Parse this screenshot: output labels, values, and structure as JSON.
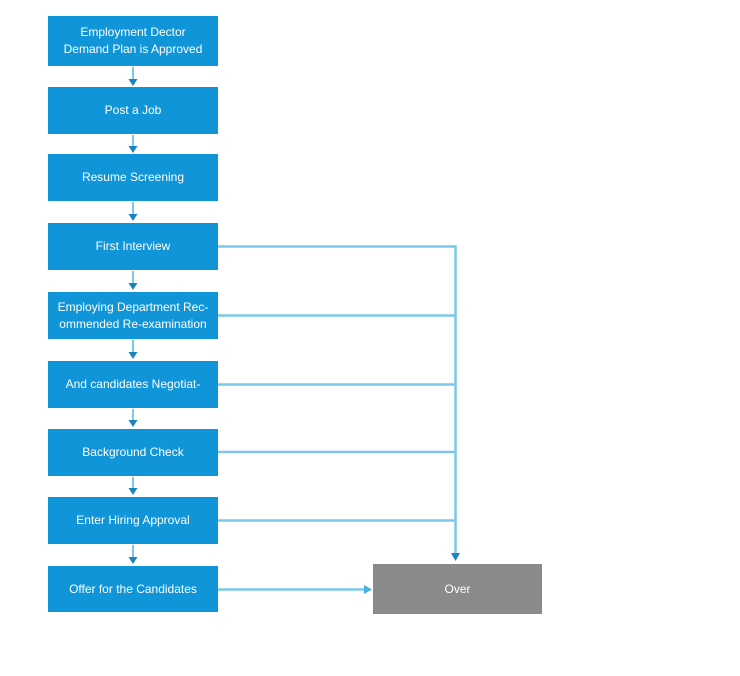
{
  "diagram": {
    "type": "flowchart",
    "colors": {
      "node_fill": "#0f95d8",
      "end_fill": "#8a8a8a",
      "connector": "#7cc7eb",
      "arrowhead_dark": "#1b84c0",
      "arrowhead_light": "#45b1e5",
      "node_text": "#ffffff"
    },
    "steps": [
      {
        "label": "Employment Dector\nDemand Plan is Approved"
      },
      {
        "label": "Post a Job"
      },
      {
        "label": "Resume Screening"
      },
      {
        "label": "First Interview"
      },
      {
        "label": "Employing Department Rec-\nommended Re-examination"
      },
      {
        "label": "And candidates Negotiat-"
      },
      {
        "label": "Background Check"
      },
      {
        "label": "Enter Hiring Approval"
      },
      {
        "label": "Offer for the Candidates"
      }
    ],
    "end_node": {
      "label": "Over"
    }
  }
}
